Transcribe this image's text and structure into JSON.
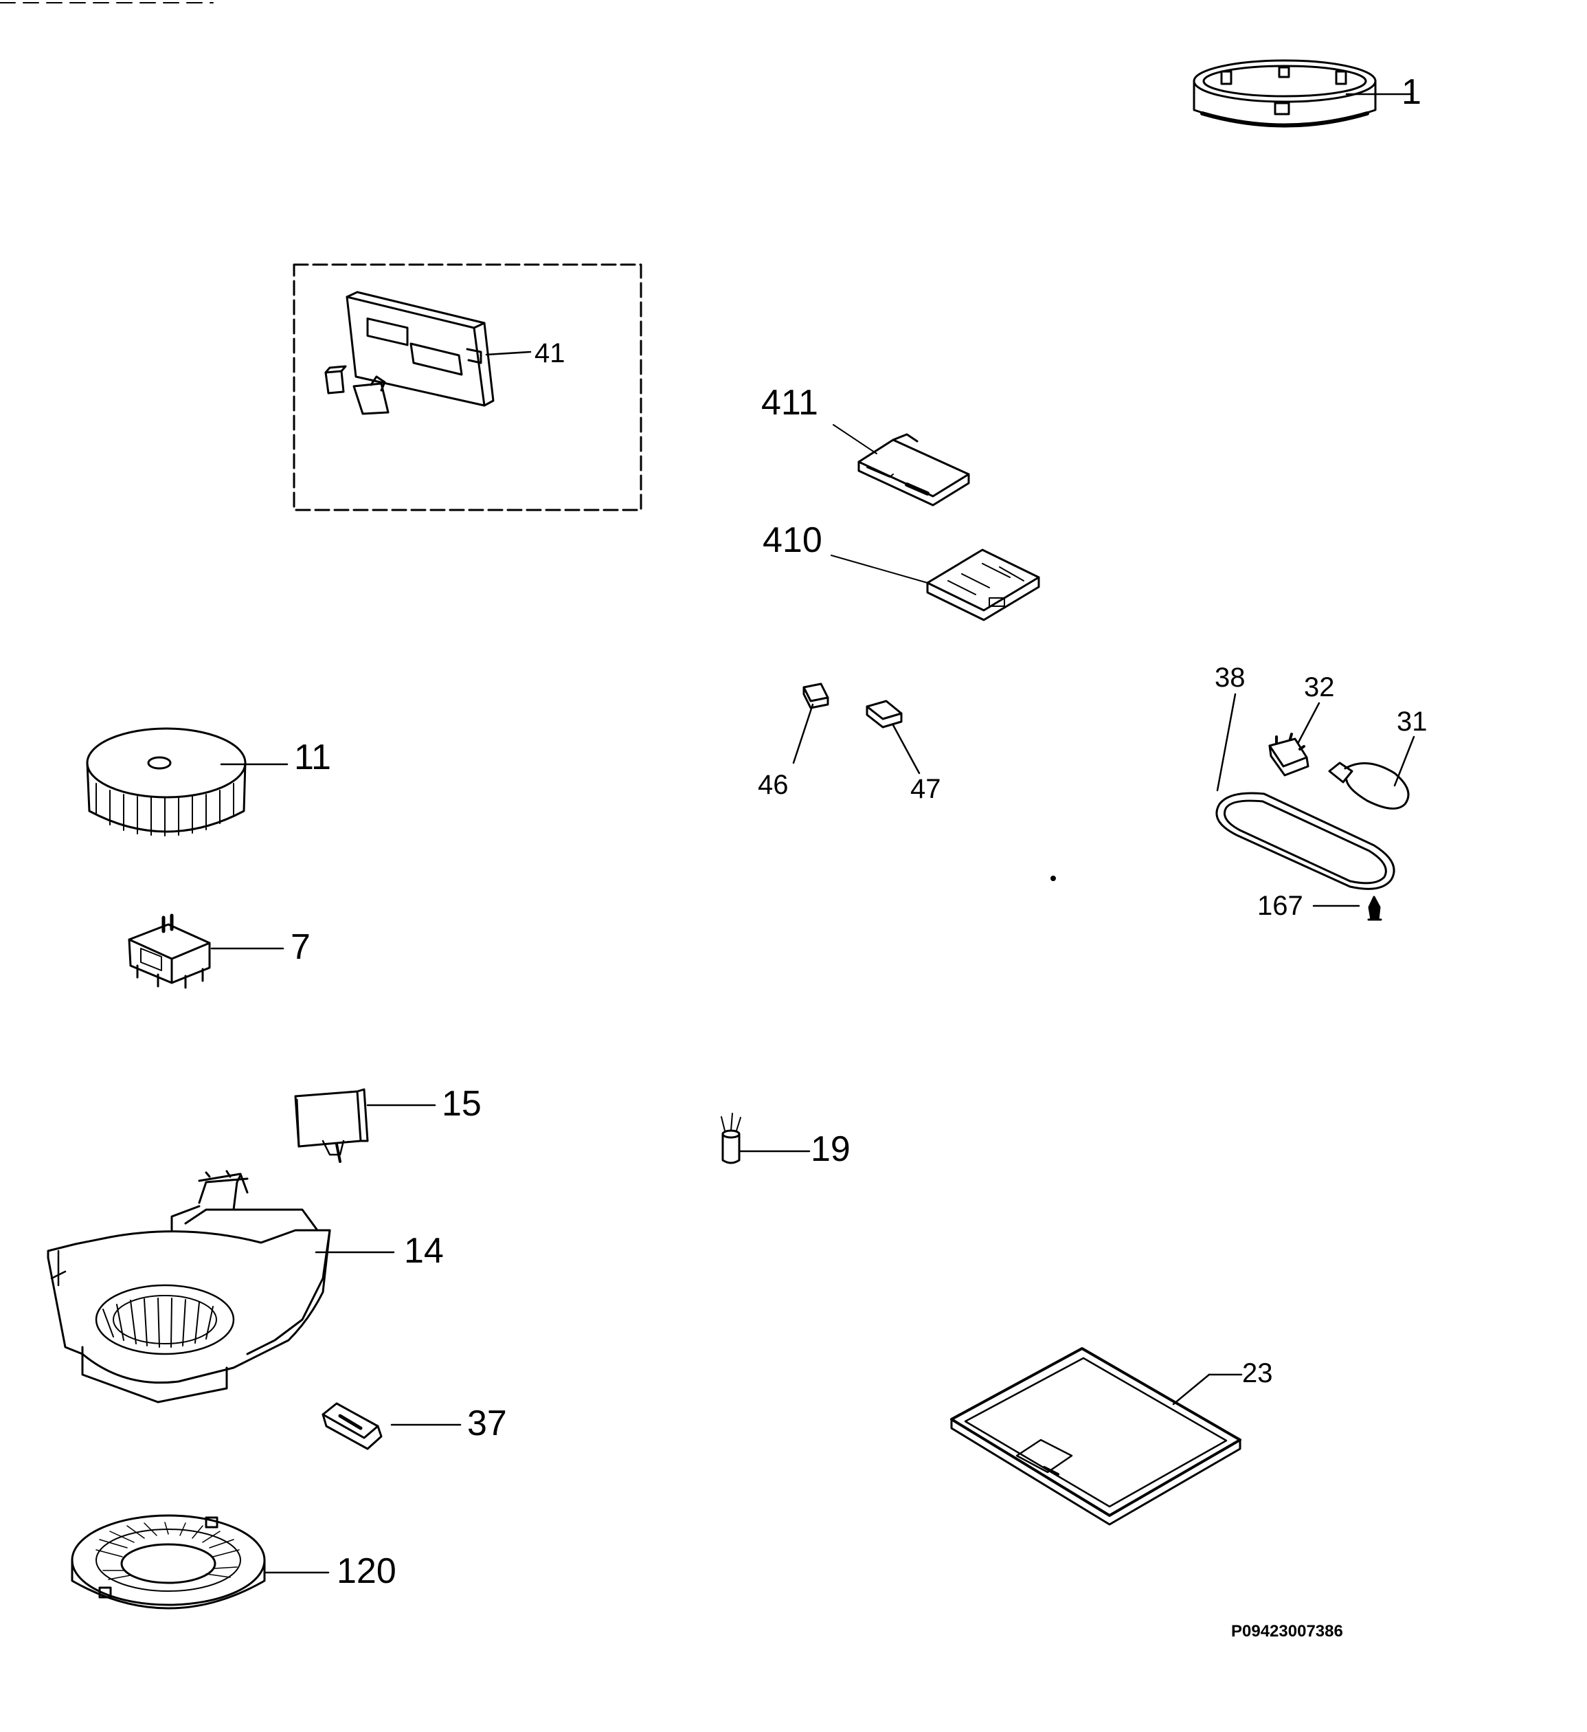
{
  "diagram": {
    "drawing_code": "P09423007386",
    "callouts": {
      "c1": "1",
      "c41": "41",
      "c411": "411",
      "c410": "410",
      "c11": "11",
      "c46": "46",
      "c47": "47",
      "c38": "38",
      "c32": "32",
      "c31": "31",
      "c167": "167",
      "c7": "7",
      "c15": "15",
      "c19": "19",
      "c14": "14",
      "c23": "23",
      "c37": "37",
      "c120": "120"
    }
  }
}
